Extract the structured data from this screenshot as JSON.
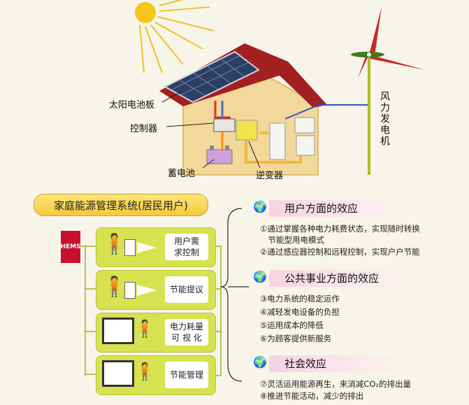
{
  "colors": {
    "roof": "#a32020",
    "house": "#f2d89a",
    "wall_line": "#e2c070",
    "panel": "#2a3f63",
    "accent_green": "#d6e24f",
    "pill": "#f5c93a",
    "pink": "#f6d3e0",
    "brand_red": "#c8102e"
  },
  "house_labels": {
    "solar_panel": "太阳电池板",
    "controller": "控制器",
    "battery": "蓄电池",
    "inverter": "逆变器",
    "wind": "风力发电机"
  },
  "hems": {
    "title": "家庭能源管理系统(居民用户)",
    "logo": "HEMS",
    "items": [
      {
        "label": "用户需\n求控制"
      },
      {
        "label": "节能提议"
      },
      {
        "label": "电力耗量\n可 视 化"
      },
      {
        "label": "节能管理"
      }
    ]
  },
  "effects": [
    {
      "title": "用户方面的效应",
      "lines": [
        "①通过掌握各种电力耗费状态，实现随时转换",
        "　节能型用电模式",
        "②通过感应器控制和远程控制，实现户户节能"
      ]
    },
    {
      "title": "公共事业方面的效应",
      "lines": [
        "③电力系统的稳定运作",
        "④减轻发电设备的负担",
        "⑤运用成本的降低",
        "⑥为顾客提供新服务"
      ]
    },
    {
      "title": "社会效应",
      "lines": [
        "⑦灵活运用能源再生，来消减CO₂的排出量",
        "⑧推进节能活动，减少的排出"
      ]
    }
  ]
}
